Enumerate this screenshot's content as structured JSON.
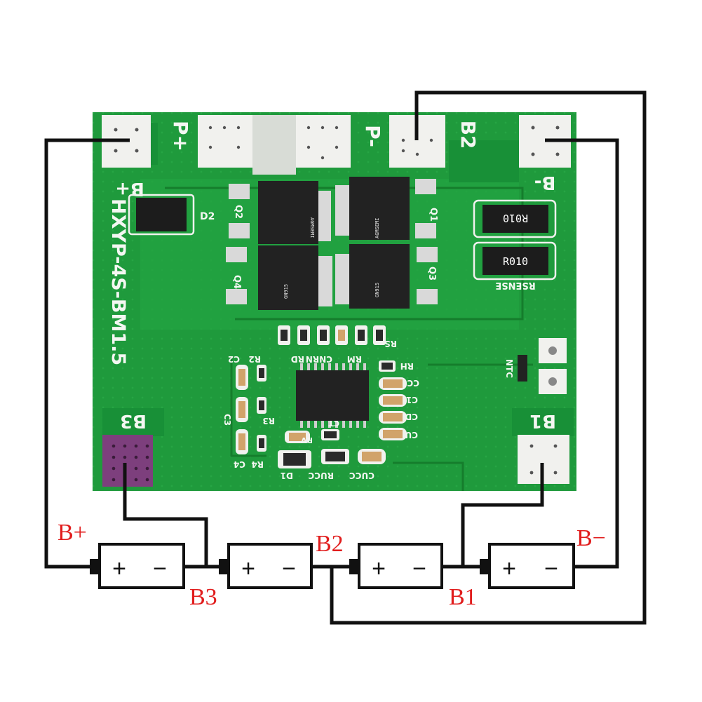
{
  "colors": {
    "pcb": "#1f9a3c",
    "pcb_dark": "#16812f",
    "pad": "#f1f1ee",
    "wire": "#111111",
    "label": "#e11d1d",
    "b3_pad": "#7d3f7d"
  },
  "board": {
    "pads": {
      "b_plus": "B+",
      "p_plus": "P+",
      "p_minus": "P-",
      "b2": "B2",
      "b_minus": "B-",
      "b3": "B3",
      "b1": "B1"
    },
    "model": "HXYP-4S-BM1.5",
    "mosfets": {
      "q1": "Q1",
      "q2": "Q2",
      "q3": "Q3",
      "q4": "Q4",
      "marking": "AGMSEMI",
      "part": "GN915"
    },
    "diode_d2": "D2",
    "resistors": {
      "r1_value": "R010",
      "r2_value": "R010",
      "sense_label": "RSENSE"
    },
    "ntc": "NTC",
    "small_labels": {
      "rs": "RS",
      "rh": "RH",
      "rm": "RM",
      "cnrn": "CNRN",
      "rd": "RD",
      "r2": "R2",
      "c2": "C2",
      "c3": "C3",
      "r3": "R3",
      "c4": "C4",
      "r4": "R4",
      "d1": "D1",
      "rucc": "RUCC",
      "cucc": "CUCC",
      "cc": "CC",
      "c1": "C1",
      "cd": "CD",
      "cu": "CU",
      "rv": "RV",
      "ct": "CT"
    }
  },
  "wiring": {
    "labels": {
      "b_plus": "B+",
      "b3": "B3",
      "b2": "B2",
      "b1": "B1",
      "b_minus": "B−"
    },
    "cells": [
      {
        "plus": "+",
        "minus": "−"
      },
      {
        "plus": "+",
        "minus": "−"
      },
      {
        "plus": "+",
        "minus": "−"
      },
      {
        "plus": "+",
        "minus": "−"
      }
    ]
  }
}
